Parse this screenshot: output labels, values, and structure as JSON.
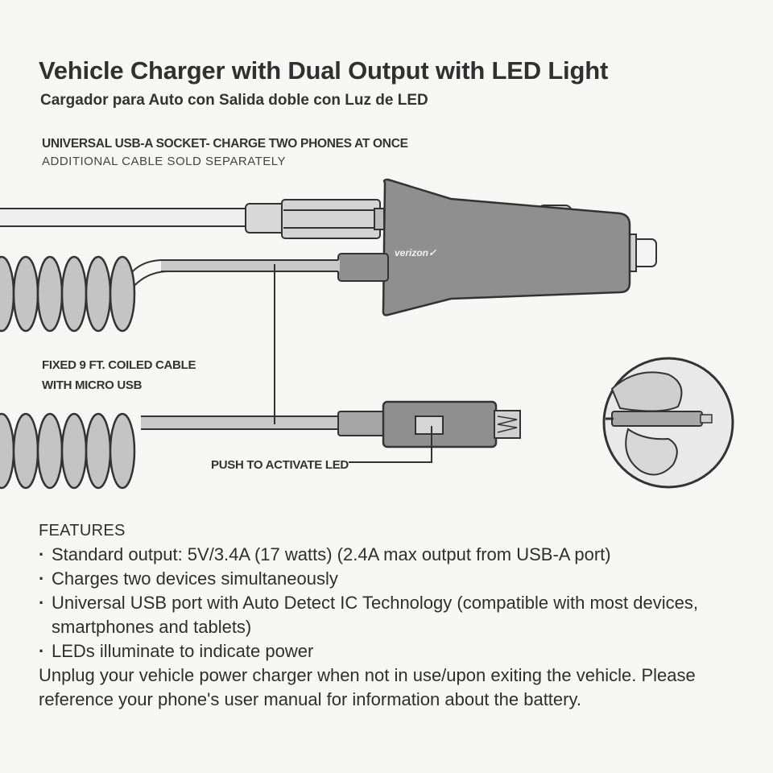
{
  "header": {
    "title": "Vehicle Charger with Dual Output with LED Light",
    "subtitle": "Cargador para Auto con Salida doble con Luz de LED"
  },
  "socket": {
    "heading": "UNIVERSAL USB-A SOCKET- CHARGE TWO PHONES AT ONCE",
    "note": "ADDITIONAL CABLE SOLD SEPARATELY"
  },
  "diagram": {
    "brand": "verizon✓",
    "callouts": {
      "cable_line1": "FIXED 9 FT. COILED CABLE",
      "cable_line2": "WITH MICRO USB",
      "led": "PUSH TO ACTIVATE LED"
    },
    "icons": [
      "car-charger-illustration",
      "coiled-cable-illustration",
      "usb-a-cable-illustration",
      "micro-usb-connector-illustration",
      "finger-pressing-button-icon"
    ],
    "colors": {
      "line": "#333333",
      "fill": "#8f8f8f",
      "light_fill": "#d9d9d9"
    }
  },
  "features": {
    "heading": "FEATURES",
    "items": [
      "Standard output: 5V/3.4A (17 watts) (2.4A max output from USB-A port)",
      "Charges two devices simultaneously",
      "Universal USB port with Auto Detect IC Technology (compatible with most devices, smartphones and tablets)",
      "LEDs illuminate to indicate power"
    ],
    "note": "Unplug your vehicle power charger when not in use/upon exiting the vehicle.  Please reference your phone's user manual for information about the battery."
  }
}
